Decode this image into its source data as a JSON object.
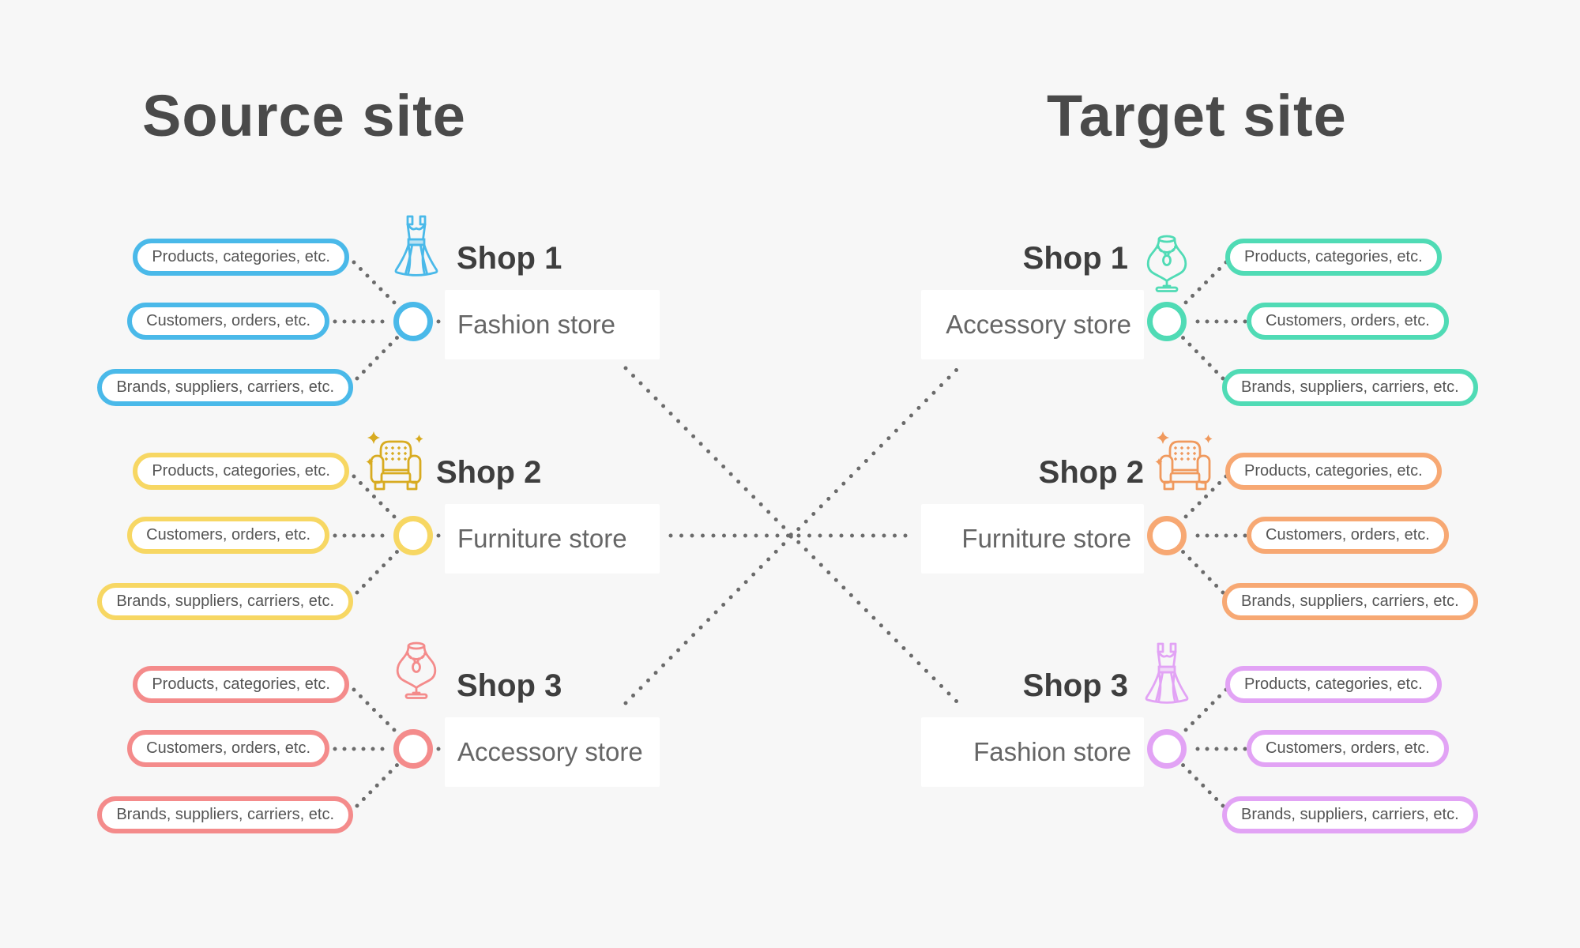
{
  "titles": {
    "source": "Source site",
    "target": "Target site"
  },
  "pill_labels": [
    "Products, categories, etc.",
    "Customers, orders, etc.",
    "Brands, suppliers, carriers, etc."
  ],
  "source_shops": [
    {
      "label": "Shop 1",
      "store": "Fashion store",
      "icon": "dress-icon",
      "color": "#4ab9e9",
      "icon_color": "#4ab9e9"
    },
    {
      "label": "Shop 2",
      "store": "Furniture store",
      "icon": "armchair-icon",
      "color": "#f7d763",
      "icon_color": "#d8ab20"
    },
    {
      "label": "Shop 3",
      "store": "Accessory store",
      "icon": "necklace-icon",
      "color": "#f48b8b",
      "icon_color": "#f48b8b"
    }
  ],
  "target_shops": [
    {
      "label": "Shop 1",
      "store": "Accessory store",
      "icon": "necklace-icon",
      "color": "#50dbb5",
      "icon_color": "#50dbb5"
    },
    {
      "label": "Shop 2",
      "store": "Furniture store",
      "icon": "armchair-icon",
      "color": "#f7a873",
      "icon_color": "#f0995d"
    },
    {
      "label": "Shop 3",
      "store": "Fashion store",
      "icon": "dress-icon",
      "color": "#e2a3f5",
      "icon_color": "#e2a3f5"
    }
  ],
  "mappings": [
    {
      "from": "Source Shop 1 (Fashion store)",
      "to": "Target Shop 3 (Fashion store)"
    },
    {
      "from": "Source Shop 2 (Furniture store)",
      "to": "Target Shop 2 (Furniture store)"
    },
    {
      "from": "Source Shop 3 (Accessory store)",
      "to": "Target Shop 1 (Accessory store)"
    }
  ],
  "colors": {
    "background": "#f7f7f7",
    "panel": "#ffffff",
    "connector_dots": "#6b6b6b",
    "title_text": "#4a4a4a",
    "shop_label_text": "#3e3e3e",
    "store_text": "#666666",
    "pill_text": "#555555"
  }
}
